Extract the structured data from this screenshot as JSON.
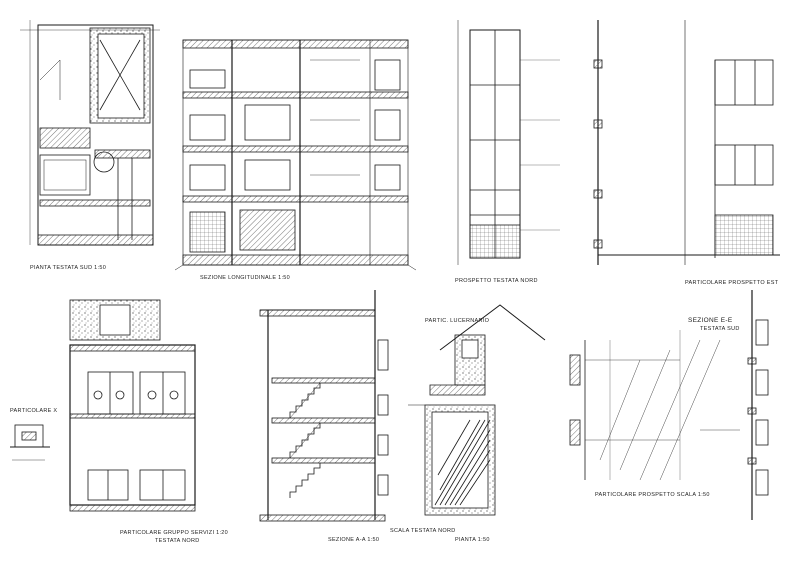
{
  "sheet": {
    "ink_color": "#1a1a1a",
    "paper_color": "#ffffff",
    "hatch_color": "#555555"
  },
  "captions": {
    "pianta_testata": "PIANTA TESTATA SUD 1:50",
    "sezione_longitudinale": "SEZIONE LONGITUDINALE 1:50",
    "prospetto_testata": "PROSPETTO TESTATA NORD",
    "particolare_prospetto_est": "PARTICOLARE PROSPETTO EST",
    "particolare_x": "PARTICOLARE X",
    "particolare_gruppo_servizi": "PARTICOLARE GRUPPO SERVIZI 1:20",
    "testata_nord": "TESTATA NORD",
    "sezione_aa": "SEZIONE A-A 1:50",
    "scala_testata": "SCALA TESTATA NORD",
    "pianta_scala": "PIANTA 1:50",
    "particolare_lucernario": "PARTIC. LUCERNARIO",
    "particolare_prospetto_scala": "PARTICOLARE PROSPETTO SCALA 1:50",
    "sezione_ee": "SEZIONE E-E",
    "sezione_ee_sub": "TESTATA SUD"
  }
}
